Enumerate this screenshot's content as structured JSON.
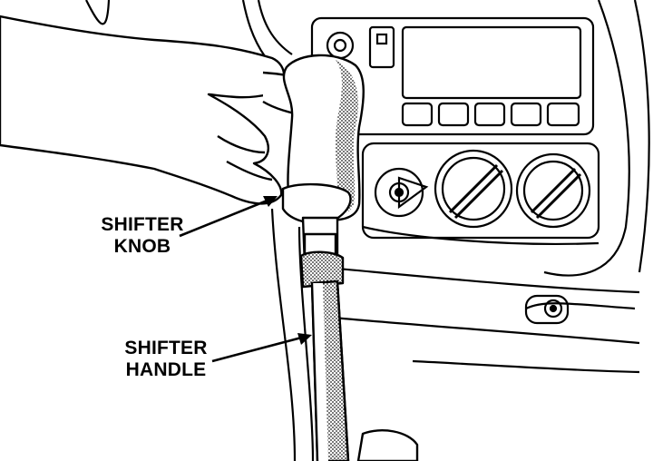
{
  "figure": {
    "labels": {
      "shifter_knob": {
        "line1": "SHIFTER",
        "line2": "KNOB"
      },
      "shifter_handle": {
        "line1": "SHIFTER",
        "line2": "HANDLE"
      }
    },
    "colors": {
      "ink": "#000000",
      "paper": "#ffffff",
      "shading": "#3a3a3a"
    }
  }
}
